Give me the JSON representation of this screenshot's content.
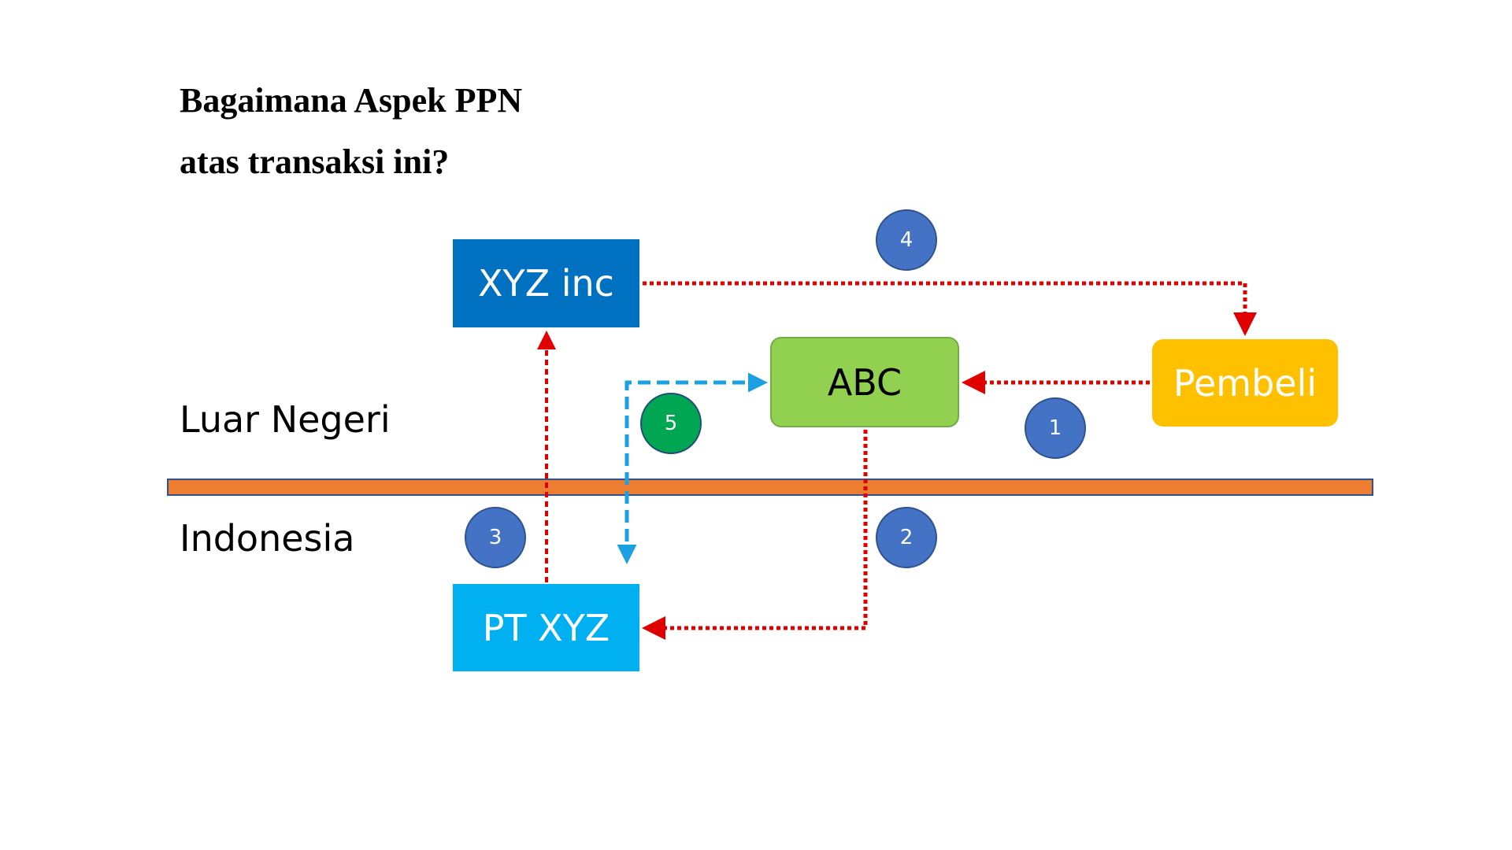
{
  "title": {
    "line1": "Bagaimana Aspek PPN",
    "line2": "atas transaksi ini?"
  },
  "regions": {
    "abroad": "Luar Negeri",
    "domestic": "Indonesia"
  },
  "entities": {
    "xyz_inc": {
      "label": "XYZ inc",
      "color": "#0070C0",
      "text_color": "#FFFFFF"
    },
    "abc": {
      "label": "ABC",
      "color": "#92D050",
      "text_color": "#000000"
    },
    "pembeli": {
      "label": "Pembeli",
      "color": "#FFC000",
      "text_color": "#FFFFFF"
    },
    "pt_xyz": {
      "label": "PT XYZ",
      "color": "#00B0F0",
      "text_color": "#FFFFFF"
    }
  },
  "border_line": {
    "color": "#ED7D31",
    "outline": "#2F528F"
  },
  "steps": [
    {
      "number": "1",
      "from": "Pembeli",
      "to": "ABC",
      "style": "dotted",
      "color": "#E00000"
    },
    {
      "number": "2",
      "from": "ABC",
      "to": "PT XYZ",
      "style": "dotted",
      "color": "#E00000"
    },
    {
      "number": "3",
      "from": "PT XYZ",
      "to": "XYZ inc",
      "style": "dotted",
      "color": "#E00000"
    },
    {
      "number": "4",
      "from": "XYZ inc",
      "to": "Pembeli",
      "style": "dotted",
      "color": "#E00000"
    },
    {
      "number": "5",
      "from": "PT XYZ",
      "to": "ABC",
      "style": "dashed",
      "color": "#1BA1E2"
    }
  ]
}
